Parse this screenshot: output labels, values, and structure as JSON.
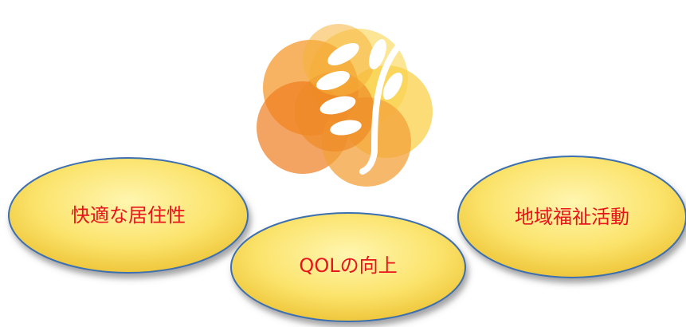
{
  "logo": {
    "icon": "wheat-sprig-icon",
    "petal_colors": [
      "#f07d1f",
      "#f49a2e",
      "#f6b23a",
      "#f9d04a",
      "#fbe07a",
      "#ee8a26",
      "#f3a23a"
    ],
    "leaf_color": "#ffffff"
  },
  "ellipses": {
    "fill_light": "#fdf29c",
    "fill_dark": "#f1cc39",
    "stroke": "#3d6fb0",
    "text_color": "#e8141b",
    "left": {
      "label": "快適な居住性"
    },
    "center": {
      "label": "QOLの向上"
    },
    "right": {
      "label": "地域福祉活動"
    }
  }
}
